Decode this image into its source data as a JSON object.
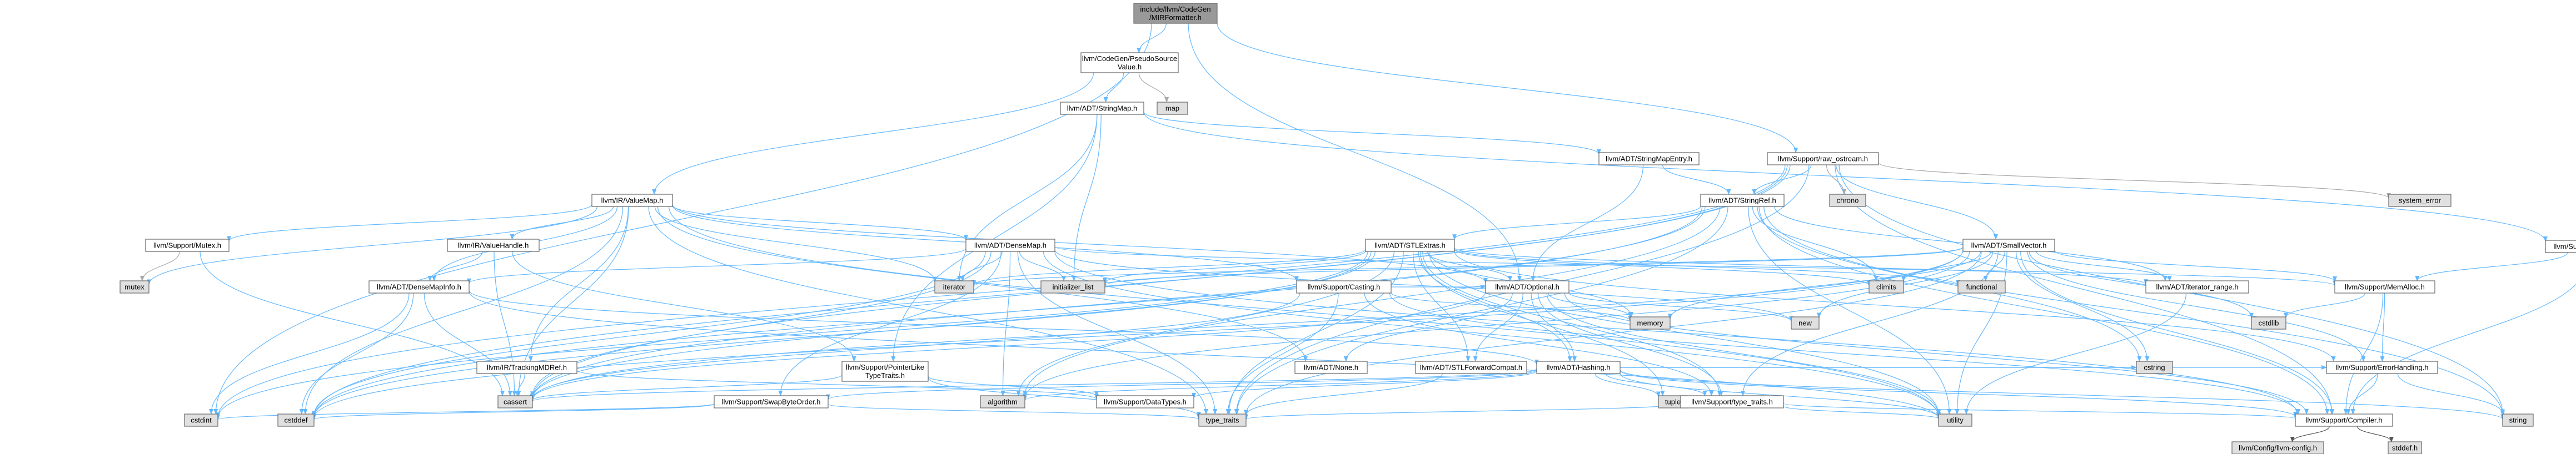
{
  "colors": {
    "root_fill": "#999999",
    "header_fill": "#ffffff",
    "system_fill": "#e0e0e0",
    "incomplete_border": "#ff0000",
    "edge_blue": "#63b8ff",
    "edge_gray": "#a9a9a9",
    "edge_dark": "#555555"
  },
  "nodes": [
    {
      "id": "root",
      "lines": [
        "include/llvm/CodeGen",
        "/MIRFormatter.h"
      ],
      "kind": "root"
    },
    {
      "id": "pseudo",
      "lines": [
        "llvm/CodeGen/PseudoSource",
        "Value.h"
      ],
      "kind": "header"
    },
    {
      "id": "map",
      "lines": [
        "map"
      ],
      "kind": "system"
    },
    {
      "id": "stringmap",
      "lines": [
        "llvm/ADT/StringMap.h"
      ],
      "kind": "header"
    },
    {
      "id": "stringmapentry",
      "lines": [
        "llvm/ADT/StringMapEntry.h"
      ],
      "kind": "header"
    },
    {
      "id": "rawostream",
      "lines": [
        "llvm/Support/raw_ostream.h"
      ],
      "kind": "header"
    },
    {
      "id": "chrono",
      "lines": [
        "chrono"
      ],
      "kind": "system"
    },
    {
      "id": "systemerror",
      "lines": [
        "system_error"
      ],
      "kind": "system"
    },
    {
      "id": "allocatorbase",
      "lines": [
        "llvm/Support/AllocatorBase.h"
      ],
      "kind": "header"
    },
    {
      "id": "stringref",
      "lines": [
        "llvm/ADT/StringRef.h"
      ],
      "kind": "header"
    },
    {
      "id": "valuemap",
      "lines": [
        "llvm/IR/ValueMap.h"
      ],
      "kind": "header"
    },
    {
      "id": "mutex_h",
      "lines": [
        "llvm/Support/Mutex.h"
      ],
      "kind": "incomplete"
    },
    {
      "id": "mutex",
      "lines": [
        "mutex"
      ],
      "kind": "system"
    },
    {
      "id": "valuehandle",
      "lines": [
        "llvm/IR/ValueHandle.h"
      ],
      "kind": "incomplete"
    },
    {
      "id": "densemap",
      "lines": [
        "llvm/ADT/DenseMap.h"
      ],
      "kind": "incomplete"
    },
    {
      "id": "stlextras",
      "lines": [
        "llvm/ADT/STLExtras.h"
      ],
      "kind": "incomplete"
    },
    {
      "id": "smallvector",
      "lines": [
        "llvm/ADT/SmallVector.h"
      ],
      "kind": "header"
    },
    {
      "id": "iterator",
      "lines": [
        "iterator"
      ],
      "kind": "system"
    },
    {
      "id": "initlist",
      "lines": [
        "initializer_list"
      ],
      "kind": "system"
    },
    {
      "id": "climits",
      "lines": [
        "climits"
      ],
      "kind": "system"
    },
    {
      "id": "functional",
      "lines": [
        "functional"
      ],
      "kind": "system"
    },
    {
      "id": "iteratorrange",
      "lines": [
        "llvm/ADT/iterator_range.h"
      ],
      "kind": "header"
    },
    {
      "id": "memalloc",
      "lines": [
        "llvm/Support/MemAlloc.h"
      ],
      "kind": "header"
    },
    {
      "id": "densemapinfo",
      "lines": [
        "llvm/ADT/DenseMapInfo.h"
      ],
      "kind": "header"
    },
    {
      "id": "casting",
      "lines": [
        "llvm/Support/Casting.h"
      ],
      "kind": "header"
    },
    {
      "id": "optional",
      "lines": [
        "llvm/ADT/Optional.h"
      ],
      "kind": "header"
    },
    {
      "id": "memory",
      "lines": [
        "memory"
      ],
      "kind": "system"
    },
    {
      "id": "new",
      "lines": [
        "new"
      ],
      "kind": "system"
    },
    {
      "id": "cstdlib",
      "lines": [
        "cstdlib"
      ],
      "kind": "system"
    },
    {
      "id": "cstring",
      "lines": [
        "cstring"
      ],
      "kind": "system"
    },
    {
      "id": "trackingmdref",
      "lines": [
        "llvm/IR/TrackingMDRef.h"
      ],
      "kind": "incomplete"
    },
    {
      "id": "pointerlike",
      "lines": [
        "llvm/Support/PointerLike",
        "TypeTraits.h"
      ],
      "kind": "header"
    },
    {
      "id": "none",
      "lines": [
        "llvm/ADT/None.h"
      ],
      "kind": "header"
    },
    {
      "id": "stlforward",
      "lines": [
        "llvm/ADT/STLForwardCompat.h"
      ],
      "kind": "header"
    },
    {
      "id": "hashing",
      "lines": [
        "llvm/ADT/Hashing.h"
      ],
      "kind": "header"
    },
    {
      "id": "errorhandling",
      "lines": [
        "llvm/Support/ErrorHandling.h"
      ],
      "kind": "header"
    },
    {
      "id": "swapbyteorder",
      "lines": [
        "llvm/Support/SwapByteOrder.h"
      ],
      "kind": "incomplete"
    },
    {
      "id": "datatypes",
      "lines": [
        "llvm/Support/DataTypes.h"
      ],
      "kind": "incomplete"
    },
    {
      "id": "algorithm",
      "lines": [
        "algorithm"
      ],
      "kind": "system"
    },
    {
      "id": "tuple",
      "lines": [
        "tuple"
      ],
      "kind": "system"
    },
    {
      "id": "typetraits_h",
      "lines": [
        "llvm/Support/type_traits.h"
      ],
      "kind": "header"
    },
    {
      "id": "cassert",
      "lines": [
        "cassert"
      ],
      "kind": "system"
    },
    {
      "id": "cstdint",
      "lines": [
        "cstdint"
      ],
      "kind": "system"
    },
    {
      "id": "cstddef",
      "lines": [
        "cstddef"
      ],
      "kind": "system"
    },
    {
      "id": "type_traits",
      "lines": [
        "type_traits"
      ],
      "kind": "system"
    },
    {
      "id": "utility",
      "lines": [
        "utility"
      ],
      "kind": "system"
    },
    {
      "id": "string",
      "lines": [
        "string"
      ],
      "kind": "system"
    },
    {
      "id": "compiler",
      "lines": [
        "llvm/Support/Compiler.h"
      ],
      "kind": "header"
    },
    {
      "id": "config",
      "lines": [
        "llvm/Config/llvm-config.h"
      ],
      "kind": "system"
    },
    {
      "id": "stddef",
      "lines": [
        "stddef.h"
      ],
      "kind": "system"
    }
  ]
}
